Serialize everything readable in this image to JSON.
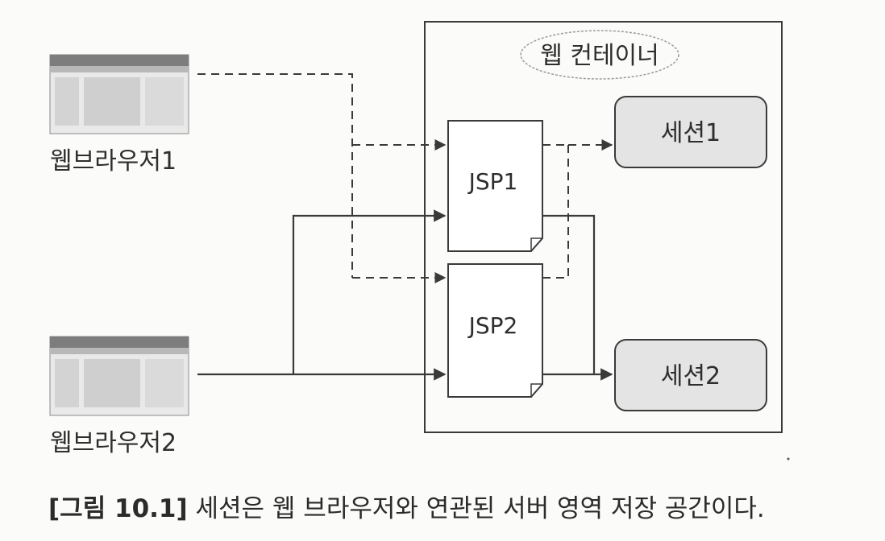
{
  "container": {
    "title": "웹 컨테이너"
  },
  "browsers": [
    {
      "label": "웹브라우저1"
    },
    {
      "label": "웹브라우저2"
    }
  ],
  "pages": [
    {
      "label": "JSP1"
    },
    {
      "label": "JSP2"
    }
  ],
  "sessions": [
    {
      "label": "세션1"
    },
    {
      "label": "세션2"
    }
  ],
  "caption": {
    "prefix": "[그림 10.1]",
    "text": " 세션은 웹 브라우저와 연관된 서버 영역 저장 공간이다."
  },
  "colors": {
    "line": "#3a3a3a",
    "session_fill": "#e4e4e4",
    "page_fill": "#ffffff"
  }
}
